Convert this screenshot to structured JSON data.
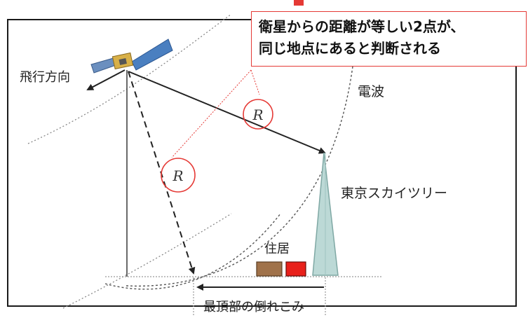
{
  "callout": {
    "line1": "衛星からの距離が等しい2点が、",
    "line2": "同じ地点にあると判断される"
  },
  "labels": {
    "flight_direction": "飛行方向",
    "radio_wave": "電波",
    "skytree": "東京スカイツリー",
    "residence": "住居",
    "foreshortening": "最頂部の倒れこみ",
    "range_symbol": "R"
  },
  "colors": {
    "accent_red": "#e53935",
    "house_brown": "#a0724a",
    "house_red": "#e8201a",
    "tower_blue": "#bcd9d6"
  },
  "icons": [
    "satellite-icon"
  ]
}
